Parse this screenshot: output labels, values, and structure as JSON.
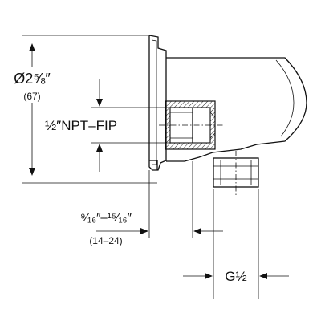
{
  "dimensions": {
    "height_imperial": "Ø2⅝″",
    "height_metric": "(67)",
    "thread_inlet": "½″NPT–FIP",
    "depth_imperial": "⁹⁄₁₆″–¹⁵⁄₁₆″",
    "depth_metric": "(14–24)",
    "thread_outlet": "G½"
  }
}
